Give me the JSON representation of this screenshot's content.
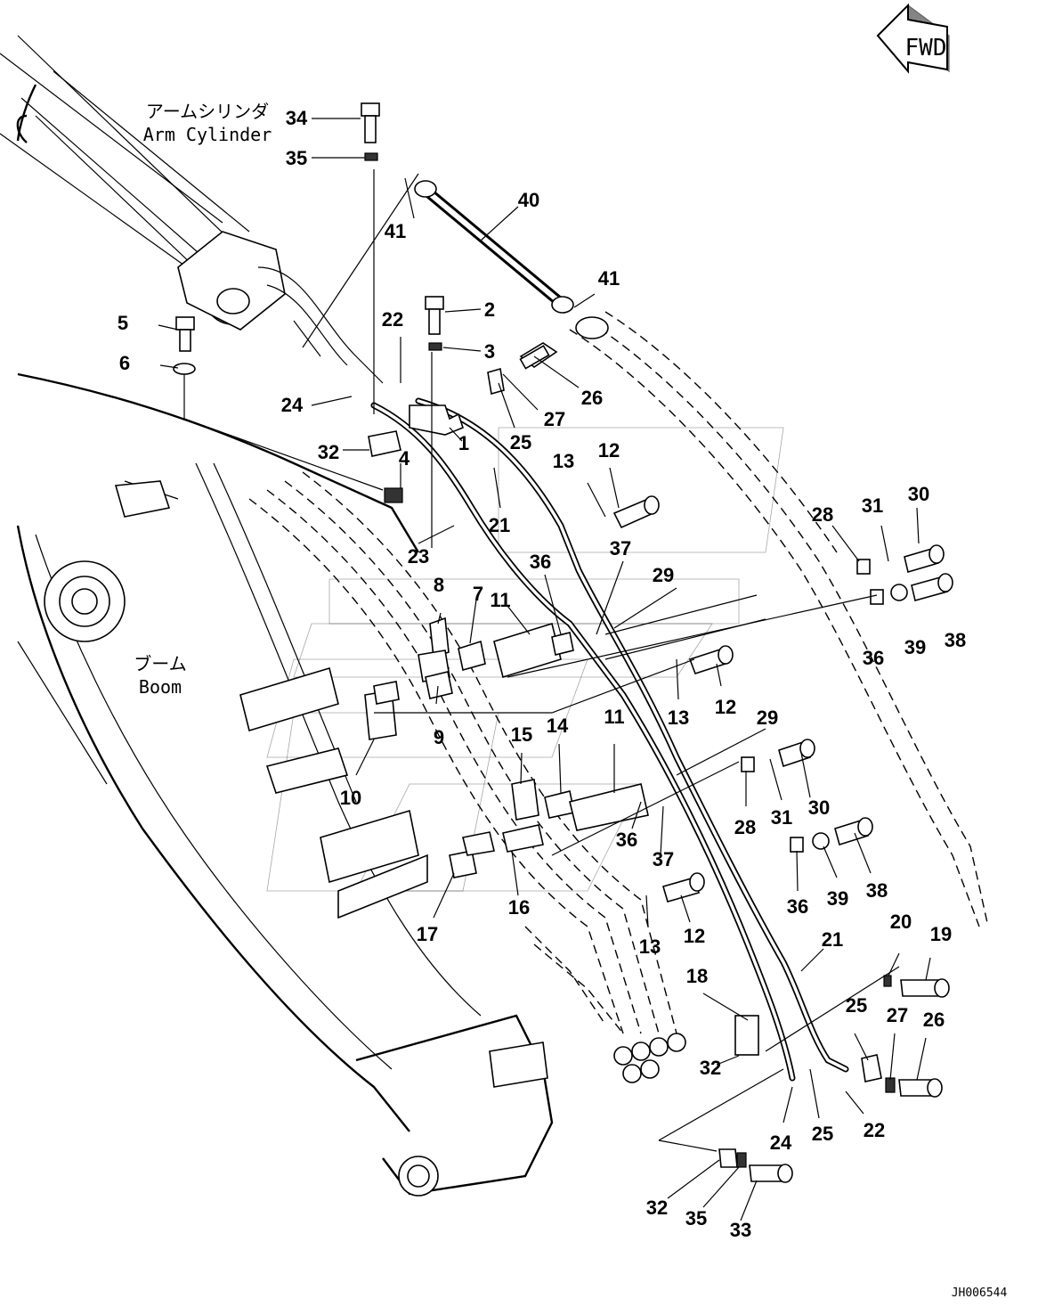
{
  "fwd_label": "FWD",
  "captions": {
    "arm_cylinder_jp": "アームシリンダ",
    "arm_cylinder_en": "Arm Cylinder",
    "boom_jp": "ブーム",
    "boom_en": "Boom"
  },
  "drawing_code": "JH006544",
  "callouts": [
    "34",
    "35",
    "41",
    "40",
    "41",
    "5",
    "2",
    "22",
    "3",
    "6",
    "26",
    "27",
    "24",
    "25",
    "32",
    "4",
    "1",
    "12",
    "13",
    "21",
    "23",
    "30",
    "31",
    "28",
    "8",
    "7",
    "11",
    "36",
    "37",
    "29",
    "38",
    "39",
    "36",
    "12",
    "13",
    "9",
    "29",
    "10",
    "15",
    "14",
    "11",
    "30",
    "28",
    "31",
    "36",
    "37",
    "16",
    "17",
    "13",
    "12",
    "36",
    "39",
    "38",
    "21",
    "20",
    "19",
    "18",
    "25",
    "27",
    "26",
    "32",
    "24",
    "25",
    "22",
    "32",
    "35",
    "33"
  ]
}
